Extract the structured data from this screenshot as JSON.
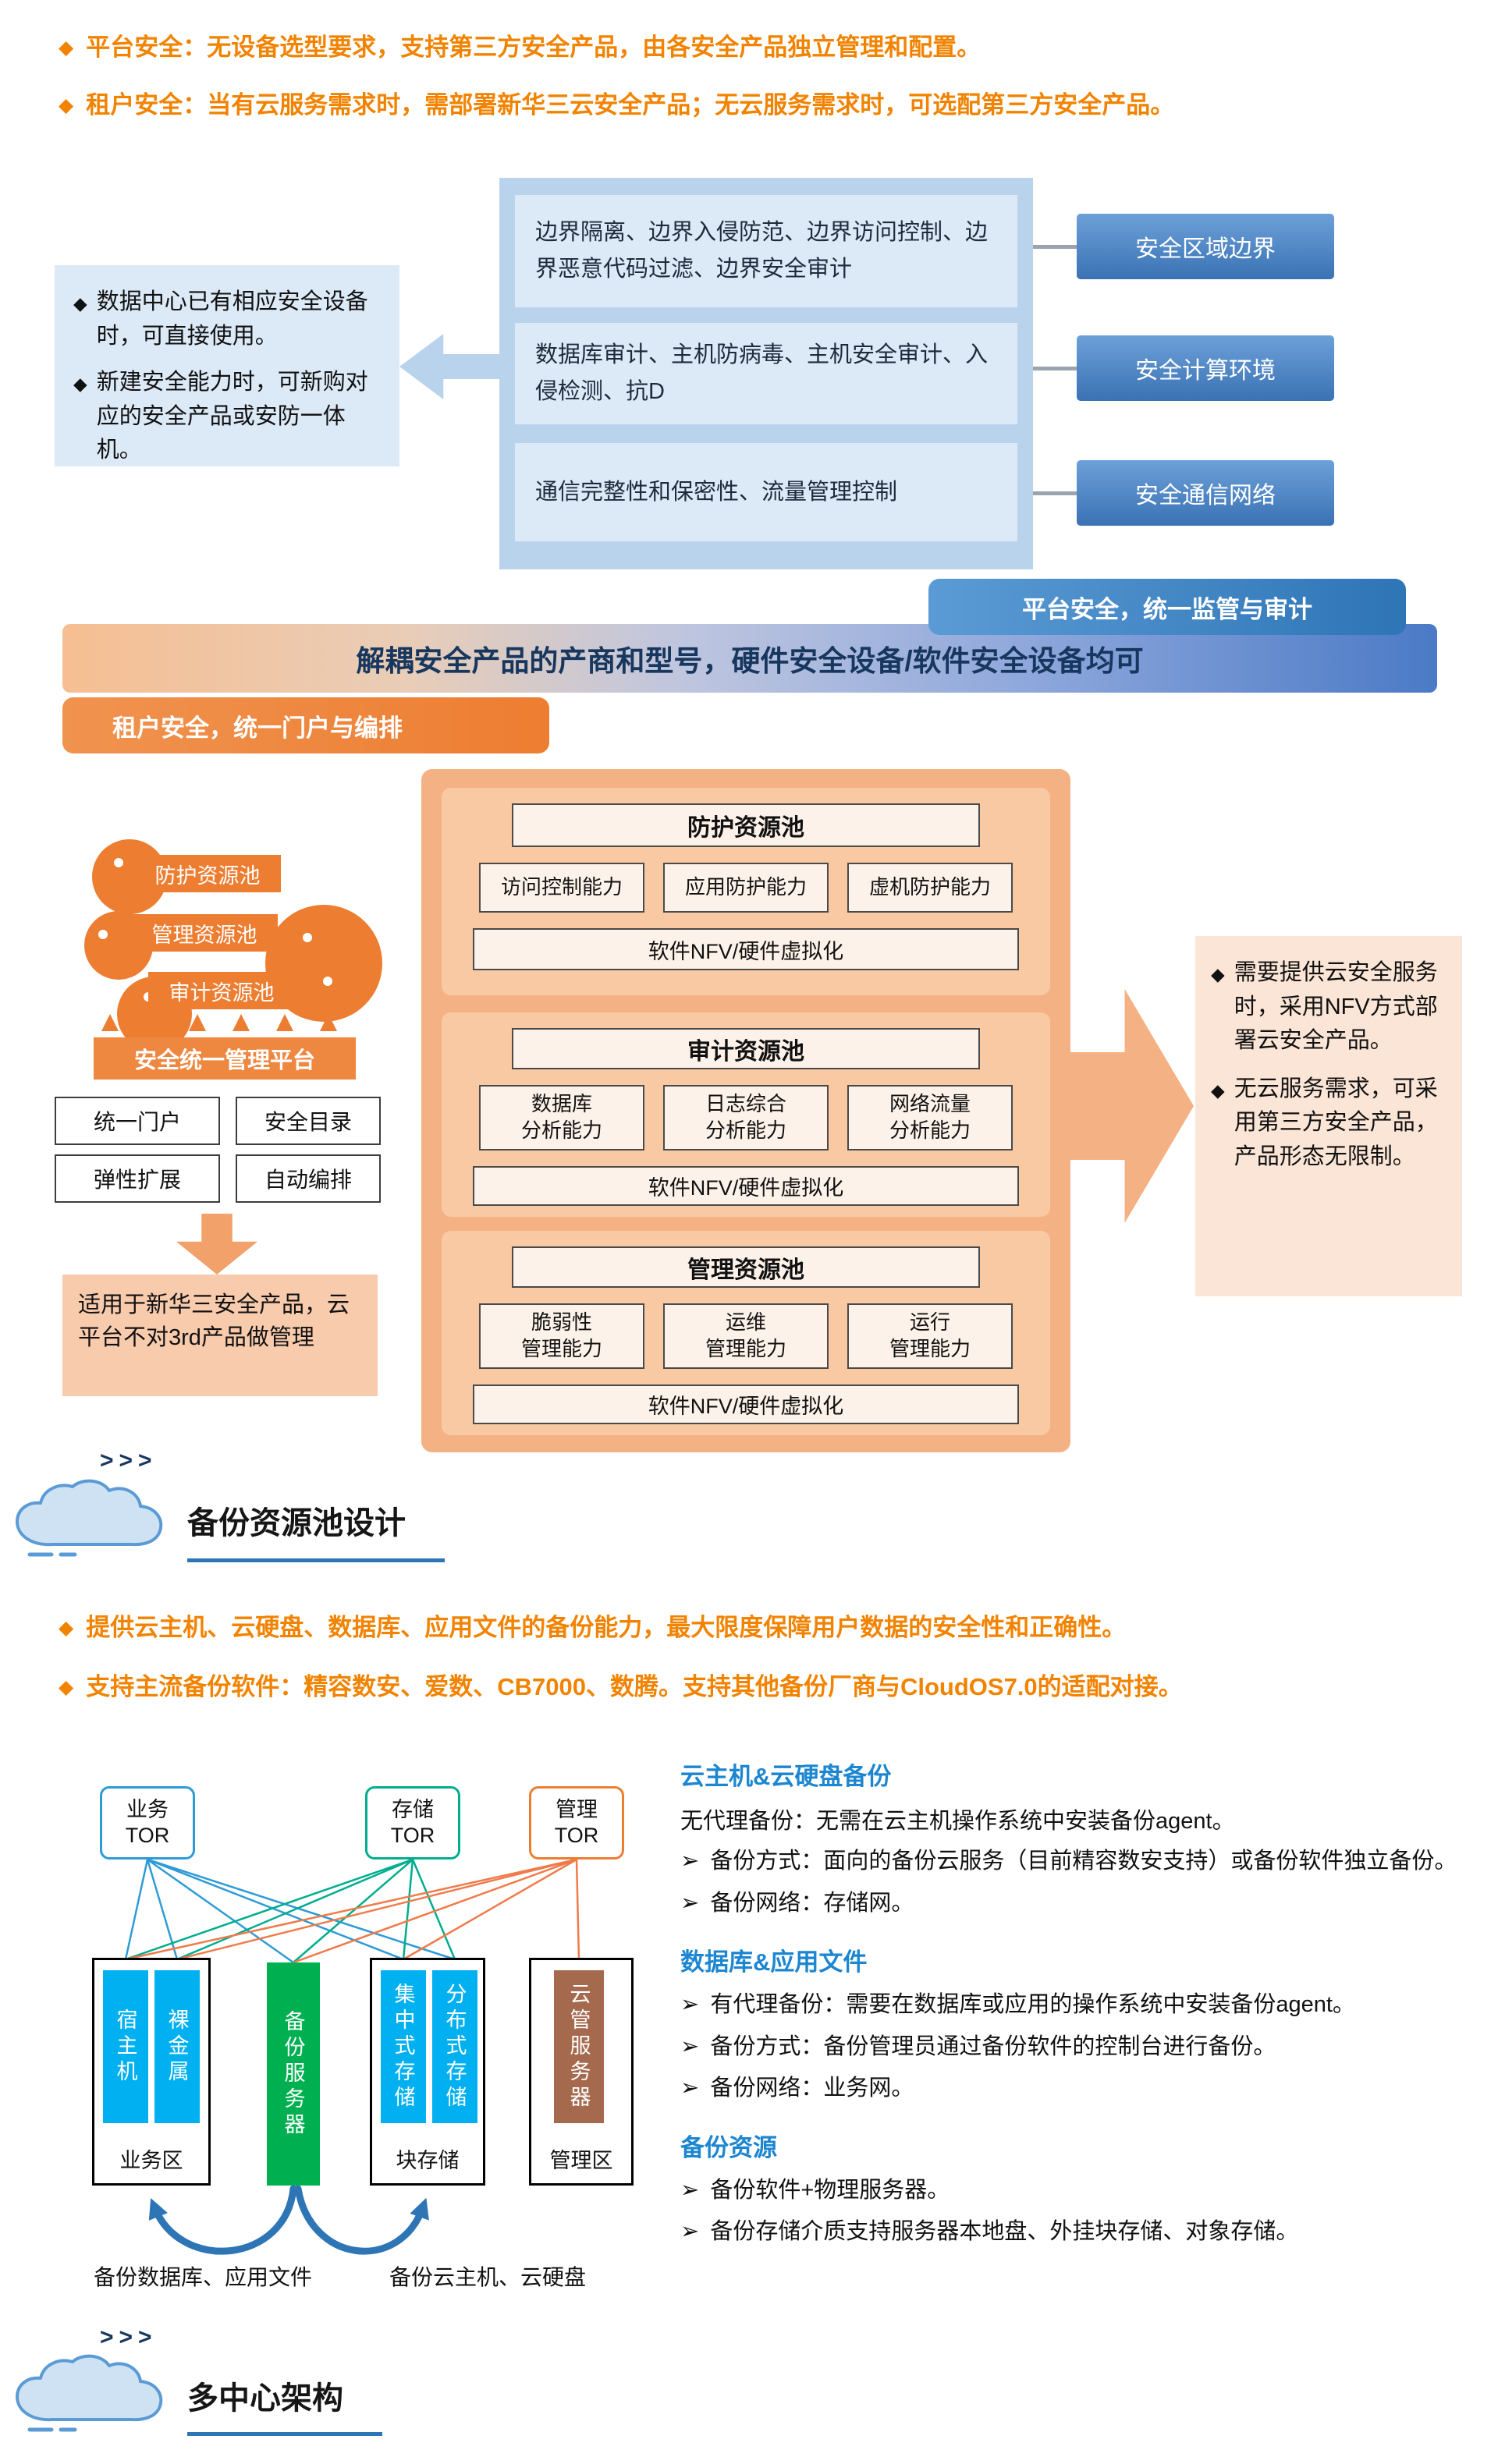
{
  "markers": {
    "diamond": "◆",
    "arrow": "➢",
    "chevrons": ">>>"
  },
  "colors": {
    "bullet_orange": "#F28300",
    "accent_orange": "#ED7D31",
    "accent_blue": "#2E75B6",
    "panel_blue": "#B9D3ED",
    "panel_blue_light": "#DCE9F7",
    "pool_outer": "#F4B183",
    "pool_section": "#F9C9A3",
    "note_orange_light": "#FBE5D6",
    "device_blue": "#00B0F0",
    "server_green": "#00B050",
    "server_brown": "#A5694E",
    "heading_blue": "#1C86D1",
    "navy": "#17375E"
  },
  "top_bullets": [
    "平台安全：无设备选型要求，支持第三方安全产品，由各安全产品独立管理和配置。",
    "租户安全：当有云服务需求时，需部署新华三云安全产品；无云服务需求时，可选配第三方安全产品。"
  ],
  "security_diagram": {
    "left_note": [
      "数据中心已有相应安全设备时，可直接使用。",
      "新建安全能力时，可新购对应的安全产品或安防一体机。"
    ],
    "middle_boxes": [
      "边界隔离、边界入侵防范、边界访问控制、边界恶意代码过滤、边界安全审计",
      "数据库审计、主机防病毒、主机安全审计、入侵检测、抗D",
      "通信完整性和保密性、流量管理控制"
    ],
    "right_labels": [
      "安全区域边界",
      "安全计算环境",
      "安全通信网络"
    ]
  },
  "banners": {
    "platform_pill": "平台安全，统一监管与审计",
    "gradient_bar": "解耦安全产品的产商和型号，硬件安全设备/软件安全设备均可",
    "tenant_pill": "租户安全，统一门户与编排"
  },
  "pool_diagram": {
    "left_labels": [
      "防护资源池",
      "管理资源池",
      "审计资源池"
    ],
    "platform": "安全统一管理平台",
    "features": [
      "统一门户",
      "安全目录",
      "弹性扩展",
      "自动编排"
    ],
    "note": "适用于新华三安全产品，云平台不对3rd产品做管理",
    "sections": [
      {
        "title": "防护资源池",
        "abilities": [
          "访问控制能力",
          "应用防护能力",
          "虚机防护能力"
        ],
        "base": "软件NFV/硬件虚拟化"
      },
      {
        "title": "审计资源池",
        "abilities": [
          "数据库\n分析能力",
          "日志综合\n分析能力",
          "网络流量\n分析能力"
        ],
        "base": "软件NFV/硬件虚拟化"
      },
      {
        "title": "管理资源池",
        "abilities": [
          "脆弱性\n管理能力",
          "运维\n管理能力",
          "运行\n管理能力"
        ],
        "base": "软件NFV/硬件虚拟化"
      }
    ],
    "right_note": [
      "需要提供云安全服务时，采用NFV方式部署云安全产品。",
      "无云服务需求，可采用第三方安全产品，产品形态无限制。"
    ]
  },
  "backup": {
    "title": "备份资源池设计",
    "bullets": [
      "提供云主机、云硬盘、数据库、应用文件的备份能力，最大限度保障用户数据的安全性和正确性。",
      "支持主流备份软件：精容数安、爱数、CB7000、数腾。支持其他备份厂商与CloudOS7.0的适配对接。"
    ],
    "diagram": {
      "tors": [
        "业务\nTOR",
        "存储\nTOR",
        "管理\nTOR"
      ],
      "devices": {
        "host": "宿主机",
        "bare_metal": "裸金属",
        "backup_server": "备份服务器",
        "central_storage": "集中式存储",
        "distributed_storage": "分布式存储",
        "cloud_mgmt_server": "云管服务器"
      },
      "zones": [
        "业务区",
        "块存储",
        "管理区"
      ],
      "arrow_labels": [
        "备份数据库、应用文件",
        "备份云主机、云硬盘"
      ]
    },
    "details": [
      {
        "heading": "云主机&云硬盘备份",
        "intro": "无代理备份：无需在云主机操作系统中安装备份agent。",
        "items": [
          "备份方式：面向的备份云服务（目前精容数安支持）或备份软件独立备份。",
          "备份网络：存储网。"
        ]
      },
      {
        "heading": "数据库&应用文件",
        "items": [
          "有代理备份：需要在数据库或应用的操作系统中安装备份agent。",
          "备份方式：备份管理员通过备份软件的控制台进行备份。",
          "备份网络：业务网。"
        ]
      },
      {
        "heading": "备份资源",
        "items": [
          "备份软件+物理服务器。",
          "备份存储介质支持服务器本地盘、外挂块存储、对象存储。"
        ]
      }
    ]
  },
  "multicenter": {
    "title": "多中心架构"
  }
}
